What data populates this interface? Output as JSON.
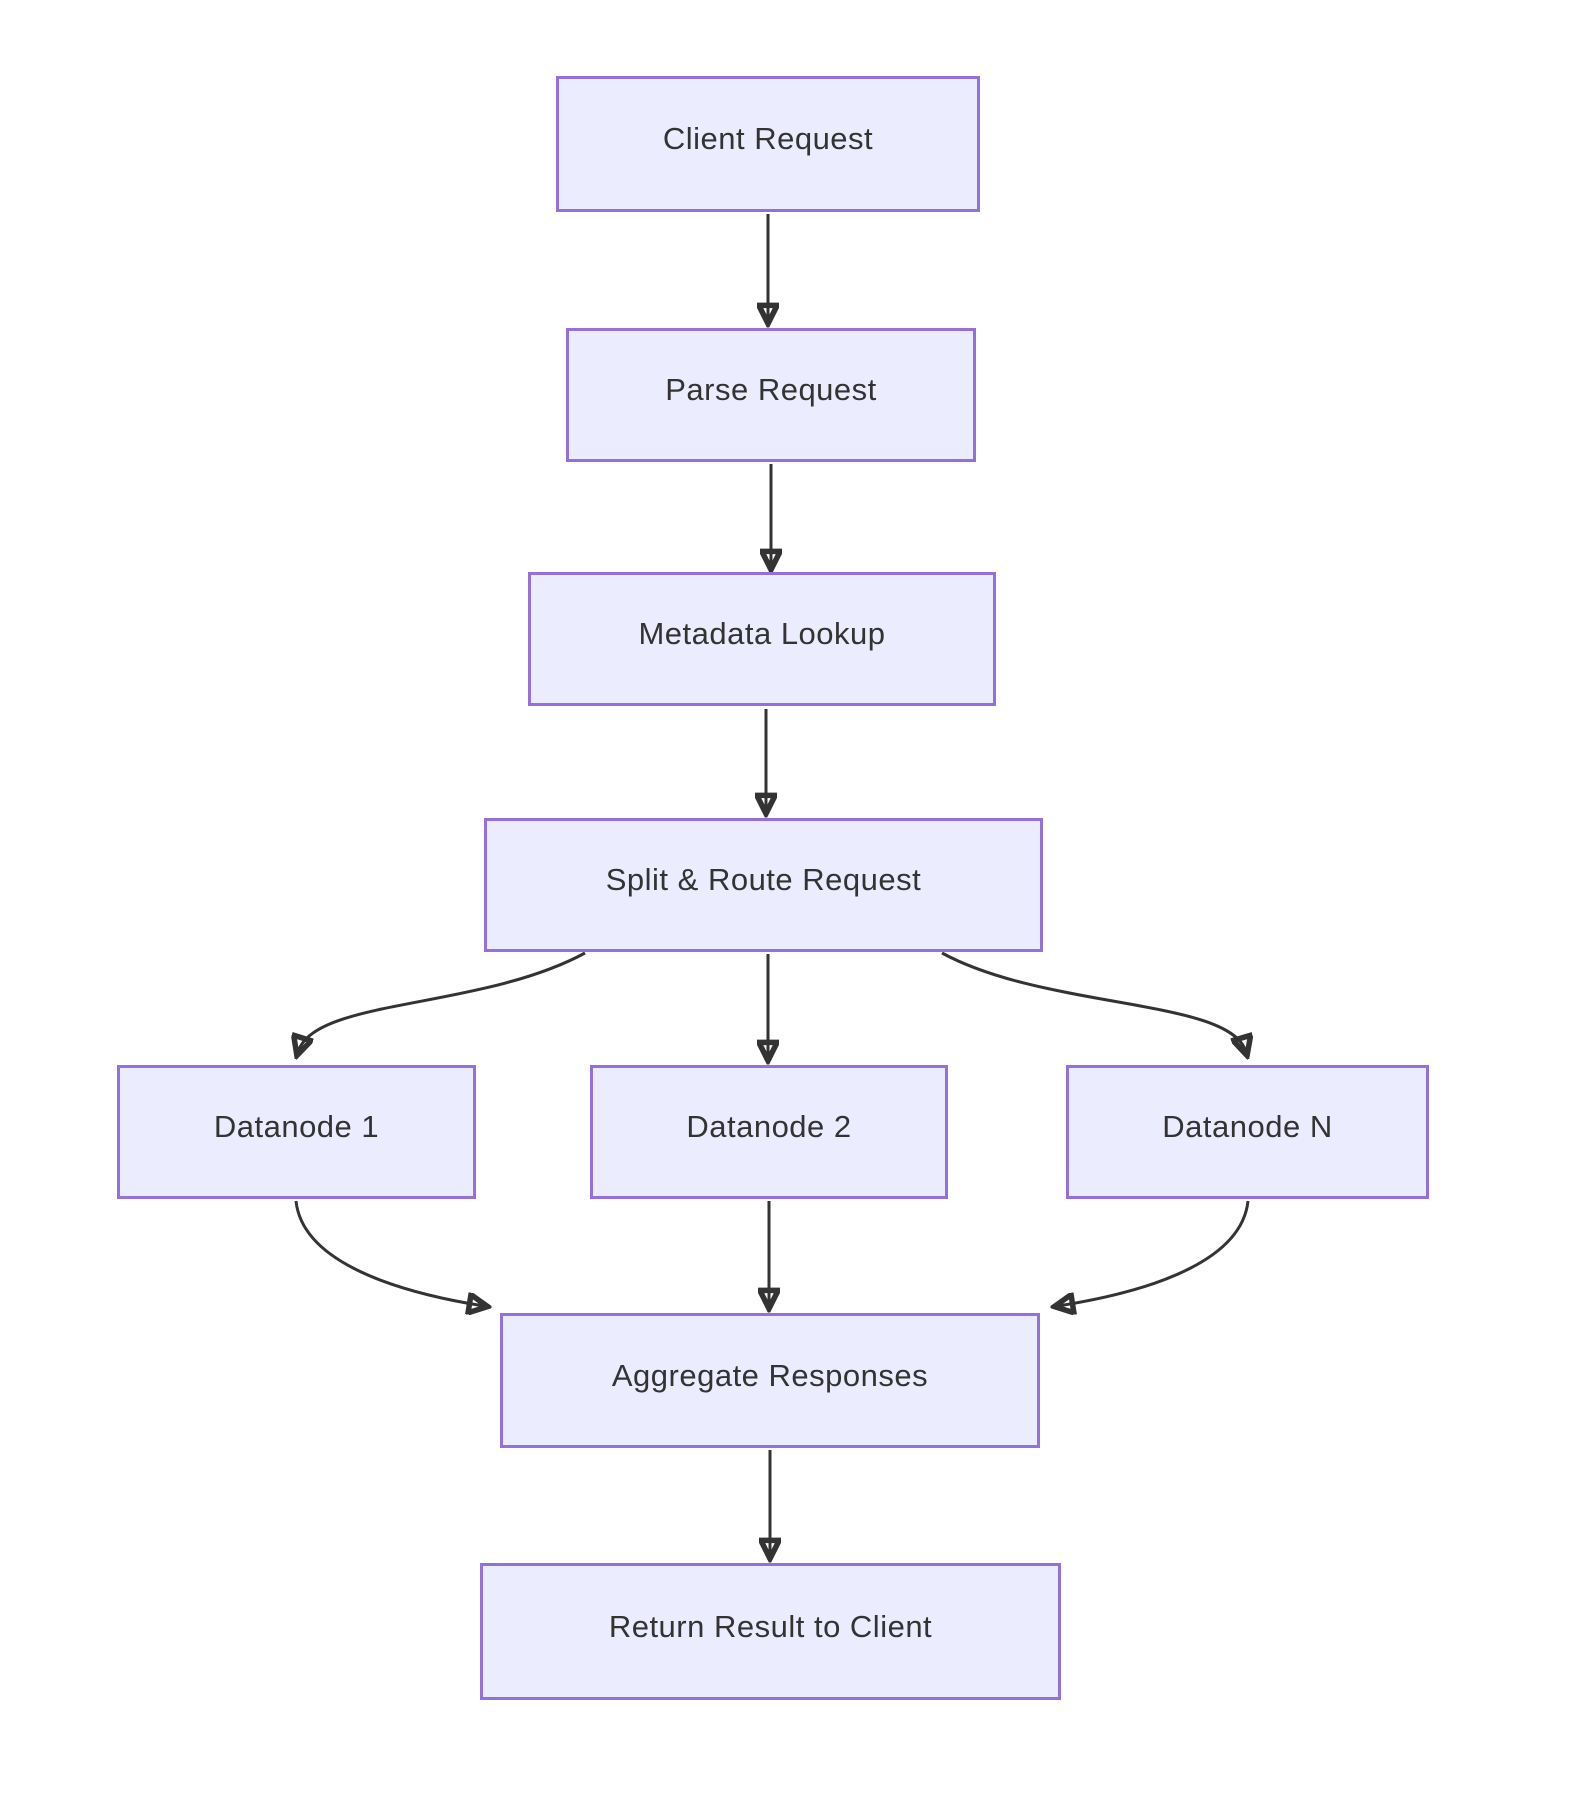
{
  "diagram": {
    "type": "flowchart-top-down",
    "colors": {
      "background": "#ffffff",
      "node_fill": "#ECECFF",
      "node_border": "#9370DB",
      "text": "#333333",
      "arrow": "#333333"
    },
    "nodes": {
      "client": {
        "label": "Client Request"
      },
      "parse": {
        "label": "Parse Request"
      },
      "metadata": {
        "label": "Metadata Lookup"
      },
      "split": {
        "label": "Split & Route Request"
      },
      "datanode1": {
        "label": "Datanode 1"
      },
      "datanode2": {
        "label": "Datanode 2"
      },
      "datanodeN": {
        "label": "Datanode N"
      },
      "aggregate": {
        "label": "Aggregate Responses"
      },
      "return": {
        "label": "Return Result to Client"
      }
    },
    "edges": [
      {
        "from": "client",
        "to": "parse"
      },
      {
        "from": "parse",
        "to": "metadata"
      },
      {
        "from": "metadata",
        "to": "split"
      },
      {
        "from": "split",
        "to": "datanode1"
      },
      {
        "from": "split",
        "to": "datanode2"
      },
      {
        "from": "split",
        "to": "datanodeN"
      },
      {
        "from": "datanode1",
        "to": "aggregate"
      },
      {
        "from": "datanode2",
        "to": "aggregate"
      },
      {
        "from": "datanodeN",
        "to": "aggregate"
      },
      {
        "from": "aggregate",
        "to": "return"
      }
    ]
  }
}
